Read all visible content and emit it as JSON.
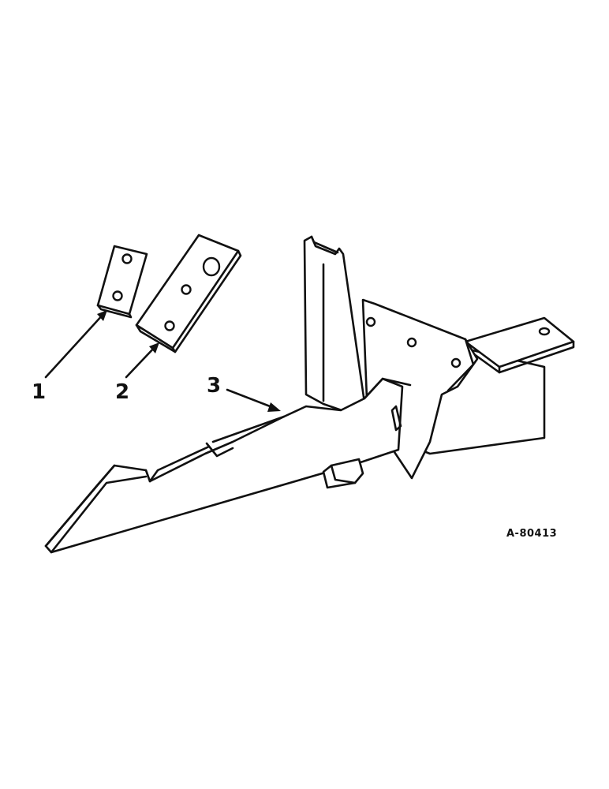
{
  "diagram": {
    "callouts": [
      {
        "id": "1",
        "label": "1"
      },
      {
        "id": "2",
        "label": "2"
      },
      {
        "id": "3",
        "label": "3"
      }
    ],
    "reference_code": "A-80413"
  },
  "colors": {
    "line": "#111111",
    "background": "#ffffff"
  }
}
